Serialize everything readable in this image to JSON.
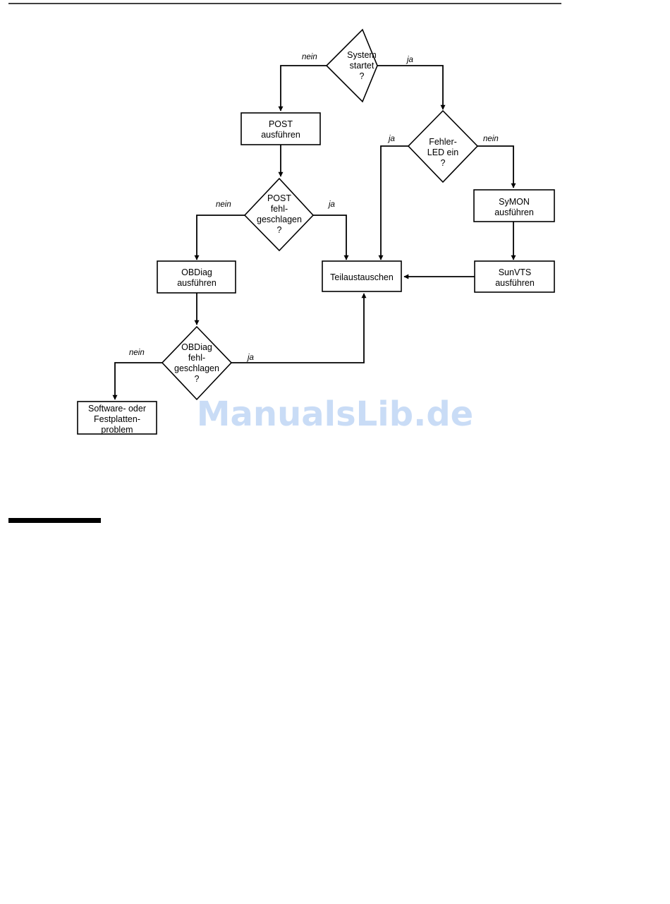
{
  "watermark": "ManualsLib.de",
  "nodes": {
    "system_startet": [
      "System",
      "startet",
      "?"
    ],
    "post_ausfuehren": [
      "POST",
      "ausführen"
    ],
    "fehler_led": [
      "Fehler-",
      "LED ein",
      "?"
    ],
    "post_fehlgeschlagen": [
      "POST",
      "fehl-",
      "geschlagen",
      "?"
    ],
    "symon_ausfuehren": [
      "SyMON",
      "ausführen"
    ],
    "obdiag_ausfuehren": [
      "OBDiag",
      "ausführen"
    ],
    "teil_austauschen": [
      "Teilaustauschen"
    ],
    "sunvts_ausfuehren": [
      "SunVTS",
      "ausführen"
    ],
    "obdiag_fehlgeschlagen": [
      "OBDiag",
      "fehl-",
      "geschlagen",
      "?"
    ],
    "software_problem": [
      "Software- oder",
      "Festplatten-",
      "problem"
    ]
  },
  "edge_labels": {
    "system_nein": "nein",
    "system_ja": "ja",
    "fehler_ja": "ja",
    "fehler_nein": "nein",
    "post_nein": "nein",
    "post_ja": "ja",
    "obdiag_nein": "nein",
    "obdiag_ja": "ja"
  }
}
